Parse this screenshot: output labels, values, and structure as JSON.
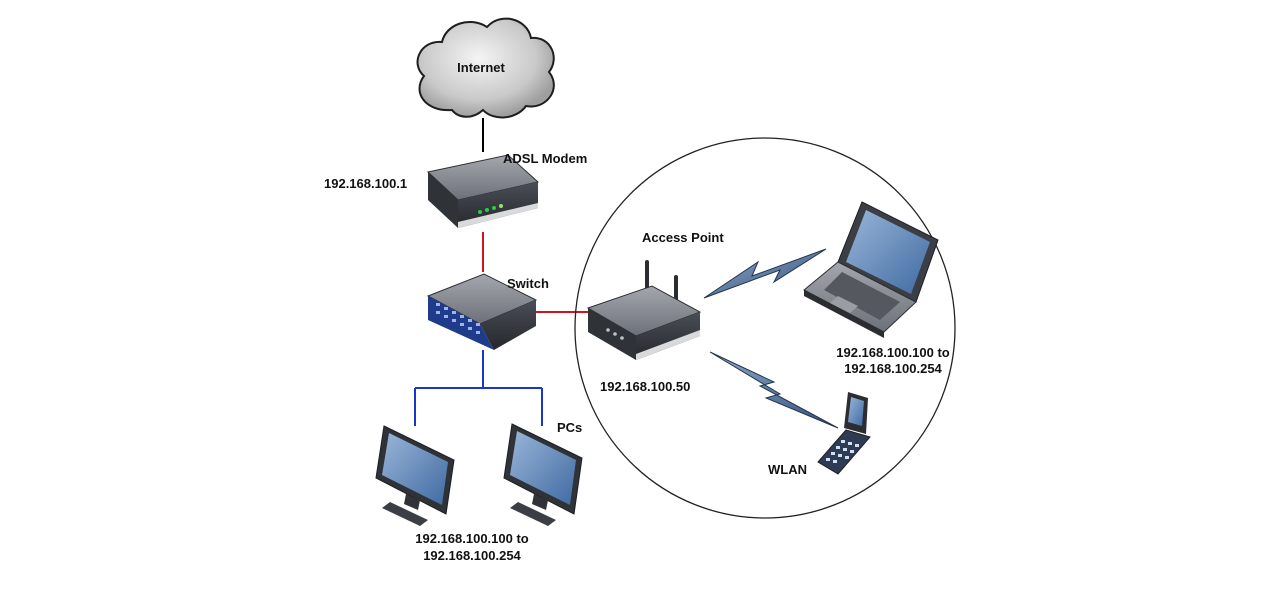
{
  "nodes": {
    "internet": {
      "label": "Internet"
    },
    "modem": {
      "label": "ADSL Modem",
      "ip": "192.168.100.1"
    },
    "switch": {
      "label": "Switch"
    },
    "access_point": {
      "label": "Access Point",
      "ip": "192.168.100.50"
    },
    "pcs": {
      "label": "PCs",
      "ip_range_line1": "192.168.100.100 to",
      "ip_range_line2": "192.168.100.254"
    },
    "laptop": {
      "ip_range_line1": "192.168.100.100 to",
      "ip_range_line2": "192.168.100.254"
    },
    "wlan": {
      "label": "WLAN"
    }
  },
  "colors": {
    "internet_link": "#000000",
    "lan_link_red": "#d0141b",
    "pc_link_blue": "#1a36c8",
    "device_dark": "#3b3e45",
    "device_top": "#8a8d93",
    "screen_blue": "#5f86b8",
    "switch_blue": "#1f3c8c",
    "wireless_bolt": "#4a6a96"
  }
}
